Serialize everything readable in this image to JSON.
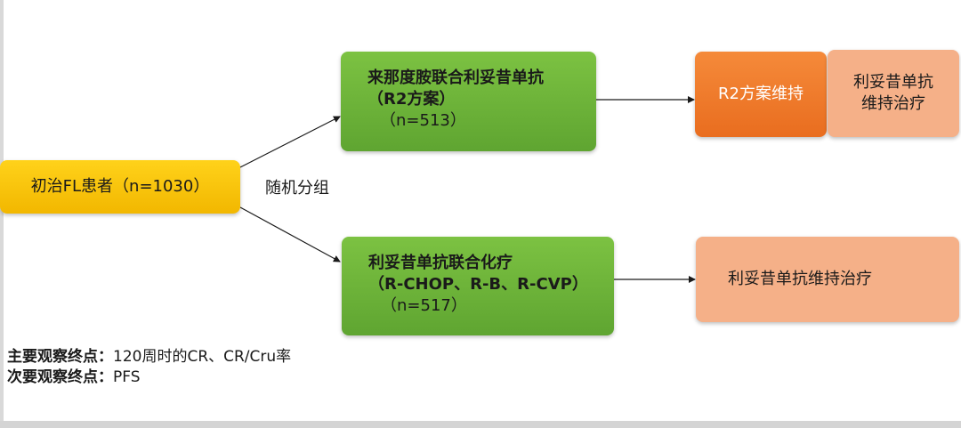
{
  "patients": "初治FL患者（n=1030）",
  "randomize_label": "随机分组",
  "arm1": {
    "name": "来那度胺联合利妥昔单抗",
    "regimen": "（R2方案）",
    "n": "（n=513）",
    "maintenance": "R2方案维持",
    "maintenance2": [
      "利妥昔单抗",
      "维持治疗"
    ]
  },
  "arm2": {
    "name": "利妥昔单抗联合化疗",
    "regimen": "（R-CHOP、R-B、R-CVP）",
    "n": "（n=517）",
    "maintenance": "利妥昔单抗维持治疗"
  },
  "endpoints": {
    "primary_label": "主要观察终点：",
    "primary_value": "120周时的CR、CR/Cru率",
    "secondary_label": "次要观察终点：",
    "secondary_value": "PFS"
  },
  "colors": {
    "patients_box": "#f9c60e",
    "arm_box": "#6db33a",
    "r2_maintenance_box": "#ef7a2a",
    "rituximab_maintenance_box": "#f5b088"
  }
}
